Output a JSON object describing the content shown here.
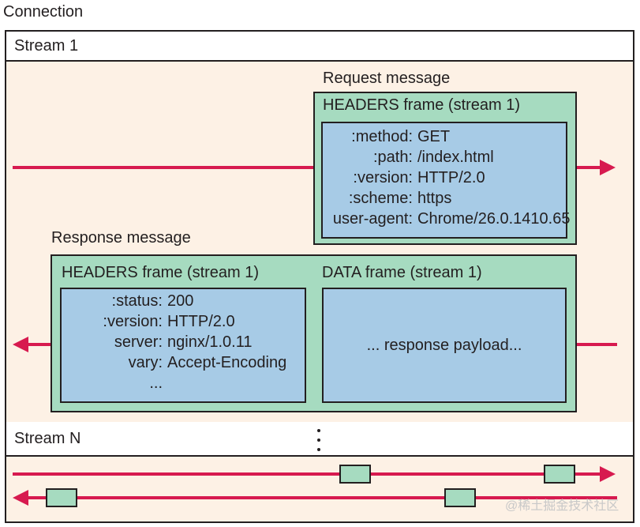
{
  "connection_label": "Connection",
  "stream1_label": "Stream 1",
  "streamN_label": "Stream N",
  "request": {
    "message_label": "Request message",
    "frame_label": "HEADERS frame (stream 1)",
    "headers": [
      {
        "name": ":method:",
        "value": "GET"
      },
      {
        "name": ":path:",
        "value": "/index.html"
      },
      {
        "name": ":version:",
        "value": "HTTP/2.0"
      },
      {
        "name": ":scheme:",
        "value": "https"
      },
      {
        "name": "user-agent:",
        "value": "Chrome/26.0.1410.65"
      }
    ]
  },
  "response": {
    "message_label": "Response message",
    "headers_frame_label": "HEADERS frame (stream 1)",
    "data_frame_label": "DATA frame (stream 1)",
    "headers": [
      {
        "name": ":status:",
        "value": "200"
      },
      {
        "name": ":version:",
        "value": "HTTP/2.0"
      },
      {
        "name": "server:",
        "value": "nginx/1.0.11"
      },
      {
        "name": "vary:",
        "value": "Accept-Encoding"
      },
      {
        "name": "...",
        "value": ""
      }
    ],
    "payload_text": "... response payload..."
  },
  "watermark": "@稀土掘金技术社区",
  "colors": {
    "arrow": "#d71a4f",
    "frame_green": "#a6dbc0",
    "header_blue": "#a7cbe6",
    "stream_background": "#fdf1e5"
  }
}
